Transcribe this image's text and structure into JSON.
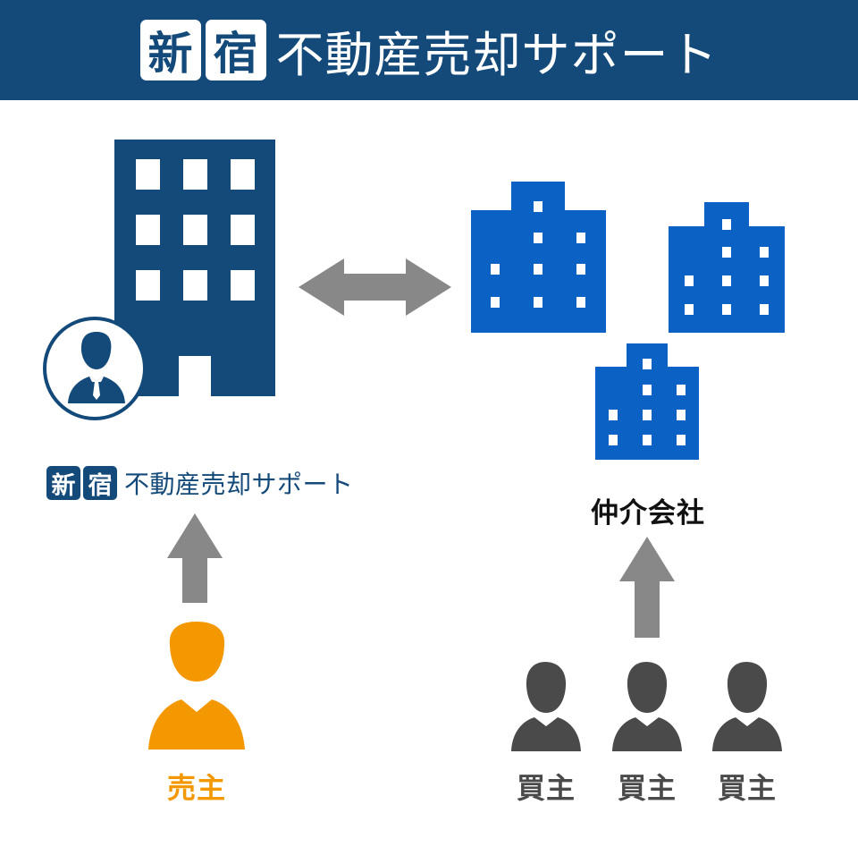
{
  "header": {
    "brand_box_1": "新",
    "brand_box_2": "宿",
    "brand_rest": "不動産売却サポート"
  },
  "company_label": {
    "box_1": "新",
    "box_2": "宿",
    "rest": "不動産売却サポート"
  },
  "agency_label": "仲介会社",
  "seller_label": "売主",
  "buyers": [
    {
      "label": "買主"
    },
    {
      "label": "買主"
    },
    {
      "label": "買主"
    }
  ],
  "colors": {
    "brand_navy": "#134a79",
    "agency_blue": "#0b62c4",
    "arrow_gray": "#888888",
    "seller_orange": "#f39800",
    "buyer_gray": "#4a4a4a"
  },
  "icons": {
    "company_building": "office-building-icon",
    "agent": "businessman-icon",
    "agencies": "apartment-building-icon",
    "seller": "person-icon",
    "buyer": "person-icon",
    "link": "double-arrow-icon",
    "flow": "up-arrow-icon"
  }
}
